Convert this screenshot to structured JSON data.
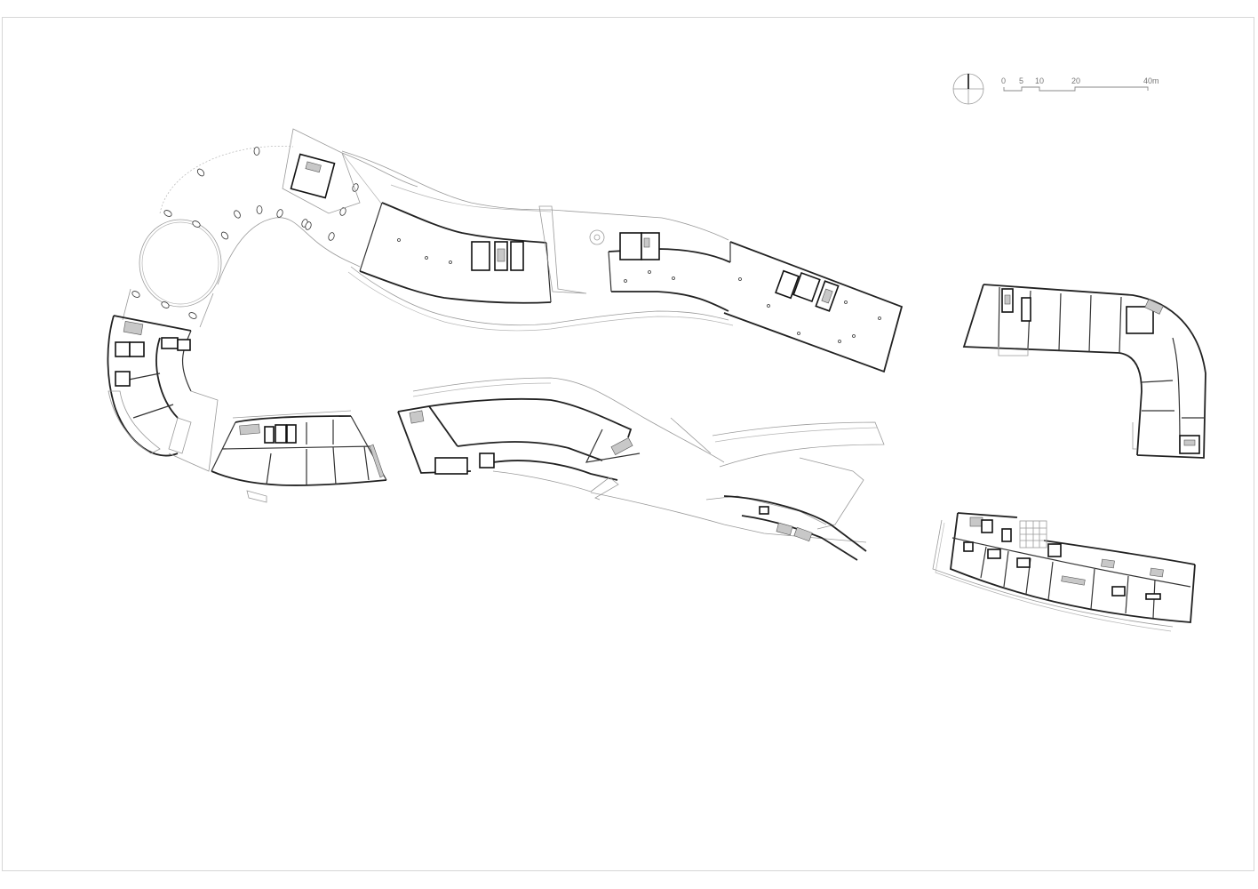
{
  "drawing": {
    "type": "architectural floor plan",
    "colors": {
      "background": "#ffffff",
      "frame": "#d6d6d6",
      "wall": "#222222",
      "thin_line": "#9a9a9a",
      "stair_fill": "#c8c8c8"
    }
  },
  "north_arrow": {
    "icon": "north-arrow-icon"
  },
  "scale_bar": {
    "labels": [
      "0",
      "5",
      "10",
      "20",
      "40m"
    ]
  },
  "buildings": [
    {
      "id": "plaza-rotunda",
      "description": "curved open plaza with circular court and oval columns"
    },
    {
      "id": "north-wing",
      "description": "long sinuous open-plan wing with service cores"
    },
    {
      "id": "west-curved-wing",
      "description": "curved wing with offices around corridor"
    },
    {
      "id": "central-wing",
      "description": "central curved block with ramps and bridge"
    },
    {
      "id": "east-l-wing",
      "description": "L-shaped block with curved corner"
    },
    {
      "id": "southeast-wing",
      "description": "slightly curved office bar with atrium grid"
    }
  ]
}
